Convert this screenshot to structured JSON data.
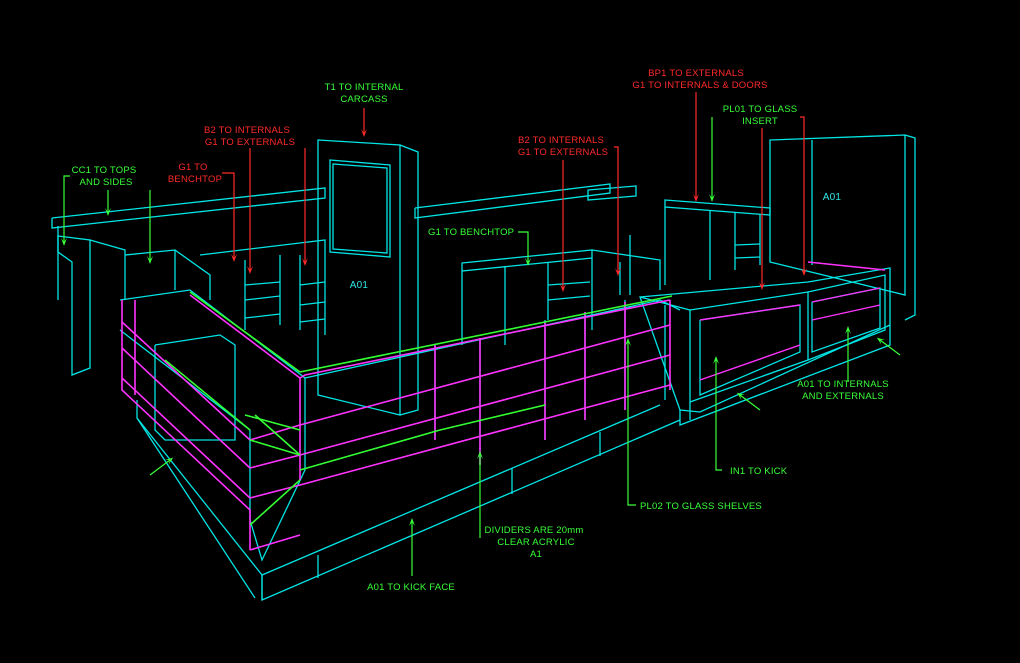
{
  "colors": {
    "background": "#000000",
    "carcass": "#00e5e5",
    "glass": "#ff33ff",
    "glass_edge": "#33ff33",
    "red_label": "#ff2a2a",
    "green_label": "#39ff39"
  },
  "labels": {
    "t1": [
      "T1 TO INTERNAL",
      "CARCASS"
    ],
    "bp1": [
      "BP1 TO EXTERNALS",
      "G1 TO INTERNALS & DOORS"
    ],
    "pl01": [
      "PL01 TO GLASS",
      "INSERT"
    ],
    "b2_left": [
      "B2 TO INTERNALS",
      "G1 TO EXTERNALS"
    ],
    "b2_right": [
      "B2 TO INTERNALS",
      "G1 TO  EXTERNALS"
    ],
    "cc1": [
      "CC1 TO TOPS",
      "AND SIDES"
    ],
    "g1_benchtop_left": [
      "G1 TO",
      "BENCHTOP"
    ],
    "g1_benchtop_mid": "G1 TO BENCHTOP",
    "a01_internals": [
      "A01 TO INTERNALS",
      "AND EXTERNALS"
    ],
    "in1": "IN1 TO KICK",
    "pl02": "PL02 TO GLASS SHELVES",
    "dividers": [
      "DIVIDERS ARE 20mm",
      "CLEAR ACRYLIC",
      "A1"
    ],
    "a01_kick": "A01 TO KICK FACE",
    "a01_tall": "A01",
    "a01_right": "A01"
  }
}
